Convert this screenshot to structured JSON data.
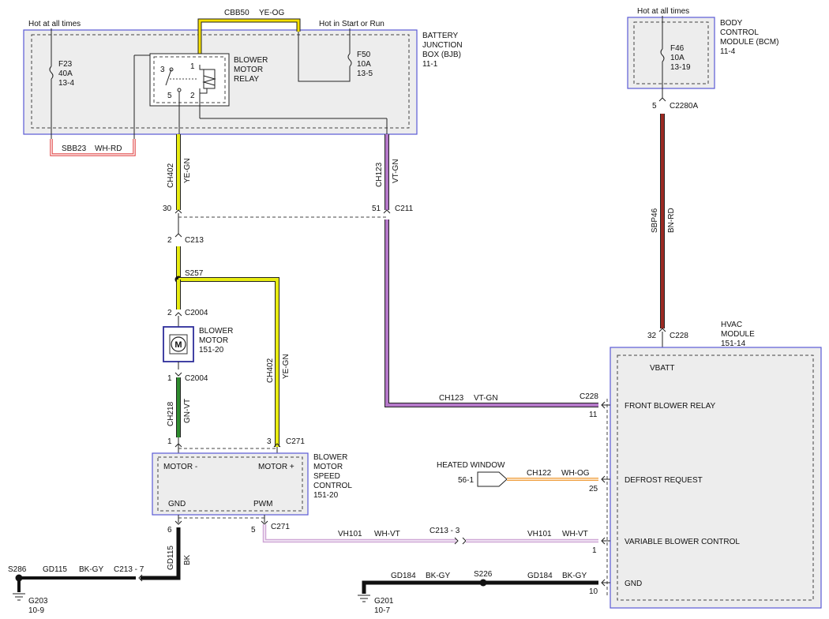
{
  "colors": {
    "ye_gn": "#e8ec12",
    "vt_gn": "#b478c8",
    "bn_rd": "#9b2a23",
    "gn_vt": "#2f8c2f",
    "wh_og": "#f0a040",
    "wh_vt": "#cfa7d6",
    "wh_rd": "#e24a4a",
    "bk": "#111111",
    "box_border": "#5a5ad6"
  },
  "bjb": {
    "title_lines": [
      "BATTERY",
      "JUNCTION",
      "BOX (BJB)",
      "11-1"
    ],
    "hot_left": "Hot at all times",
    "hot_right": "Hot in Start or Run",
    "f23": [
      "F23",
      "40A",
      "13-4"
    ],
    "f50": [
      "F50",
      "10A",
      "13-5"
    ],
    "cbb50": "CBB50",
    "cbb50_color": "YE-OG",
    "relay_lines": [
      "BLOWER",
      "MOTOR",
      "RELAY"
    ],
    "relay_pins": {
      "p1": "1",
      "p2": "2",
      "p3": "3",
      "p5": "5"
    },
    "sbb23": "SBB23",
    "sbb23_color": "WH-RD"
  },
  "bcm": {
    "title_lines": [
      "BODY",
      "CONTROL",
      "MODULE (BCM)",
      "11-4"
    ],
    "hot": "Hot at all times",
    "f46": [
      "F46",
      "10A",
      "13-19"
    ],
    "pin": "5",
    "connector": "C2280A",
    "circuit": "SBP46",
    "color": "BN-RD"
  },
  "hvac": {
    "title_lines": [
      "HVAC",
      "MODULE",
      "151-14"
    ],
    "pin": "32",
    "connector": "C228",
    "vbatt": "VBATT",
    "front_blower_relay": "FRONT BLOWER RELAY",
    "defrost_request": "DEFROST REQUEST",
    "variable_blower_control": "VARIABLE BLOWER CONTROL",
    "gnd": "GND",
    "pin_11": "11",
    "pin_25": "25",
    "pin_1": "1",
    "pin_10": "10",
    "c228_label": "C228"
  },
  "wires": {
    "ch402": "CH402",
    "ye_gn": "YE-GN",
    "ch123": "CH123",
    "vt_gn": "VT-GN",
    "pin_30": "30",
    "pin_51": "51",
    "c211": "C211",
    "pin_2a": "2",
    "c213": "C213",
    "s257": "S257",
    "pin_2b": "2",
    "c2004_top": "C2004",
    "pin_1_motor": "1",
    "c2004_bot": "C2004",
    "ch218": "CH218",
    "gn_vt": "GN-VT",
    "pin_1_bmsc": "1",
    "pin_3_bmsc": "3",
    "c271_top": "C271",
    "ch402_b": "CH402",
    "ye_gn_b": "YE-GN",
    "ch123_h": "CH123",
    "vt_gn_h": "VT-GN",
    "heated_window": "HEATED WINDOW",
    "hw_ref": "56-1",
    "ch122": "CH122",
    "wh_og": "WH-OG",
    "vh101_a": "VH101",
    "wh_vt_a": "WH-VT",
    "c213_3": "C213 - 3",
    "vh101_b": "VH101",
    "wh_vt_b": "WH-VT",
    "pin_6": "6",
    "pin_5": "5",
    "c271_bot": "C271",
    "gd115_v": "GD115",
    "bk_v": "BK",
    "s286": "S286",
    "gd115_h": "GD115",
    "bk_gy_a": "BK-GY",
    "c213_7": "C213 - 7",
    "g203": [
      "G203",
      "10-9"
    ],
    "gd184_a": "GD184",
    "bk_gy_b": "BK-GY",
    "s226": "S226",
    "gd184_b": "GD184",
    "bk_gy_c": "BK-GY",
    "g201": [
      "G201",
      "10-7"
    ]
  },
  "motor": {
    "title_lines": [
      "BLOWER",
      "MOTOR",
      "151-20"
    ],
    "symbol": "M"
  },
  "bmsc": {
    "title_lines": [
      "BLOWER",
      "MOTOR",
      "SPEED",
      "CONTROL",
      "151-20"
    ],
    "motor_minus": "MOTOR -",
    "motor_plus": "MOTOR +",
    "gnd": "GND",
    "pwm": "PWM"
  }
}
